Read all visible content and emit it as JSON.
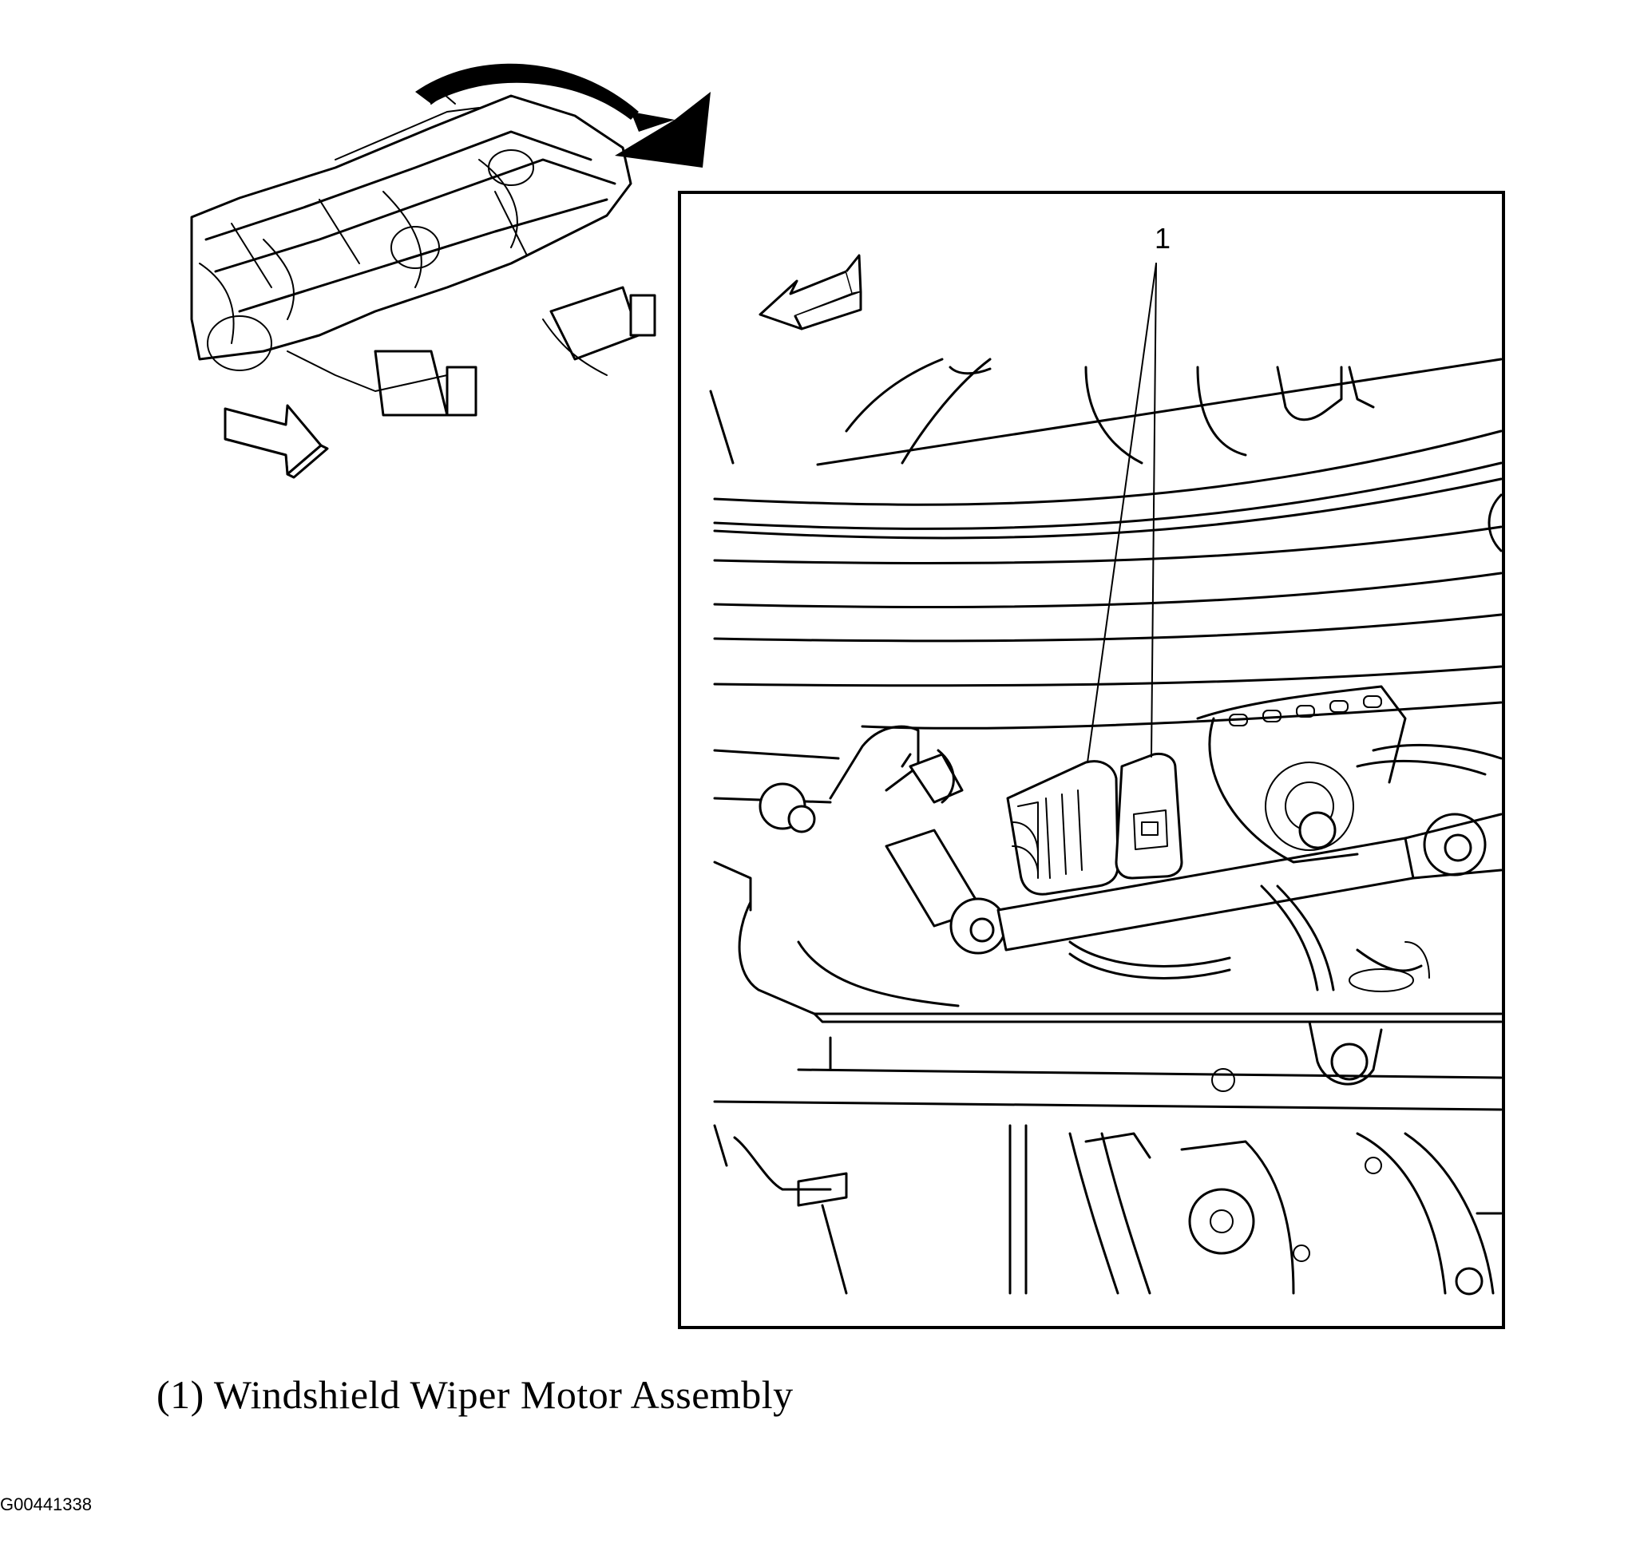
{
  "caption": "(1) Windshield Wiper Motor Assembly",
  "figure_id": "G00441338",
  "callout_number": "1",
  "icons": {
    "rotate_arrow": "curved-rotate-arrow-icon",
    "direction_arrow": "direction-arrow-icon"
  }
}
